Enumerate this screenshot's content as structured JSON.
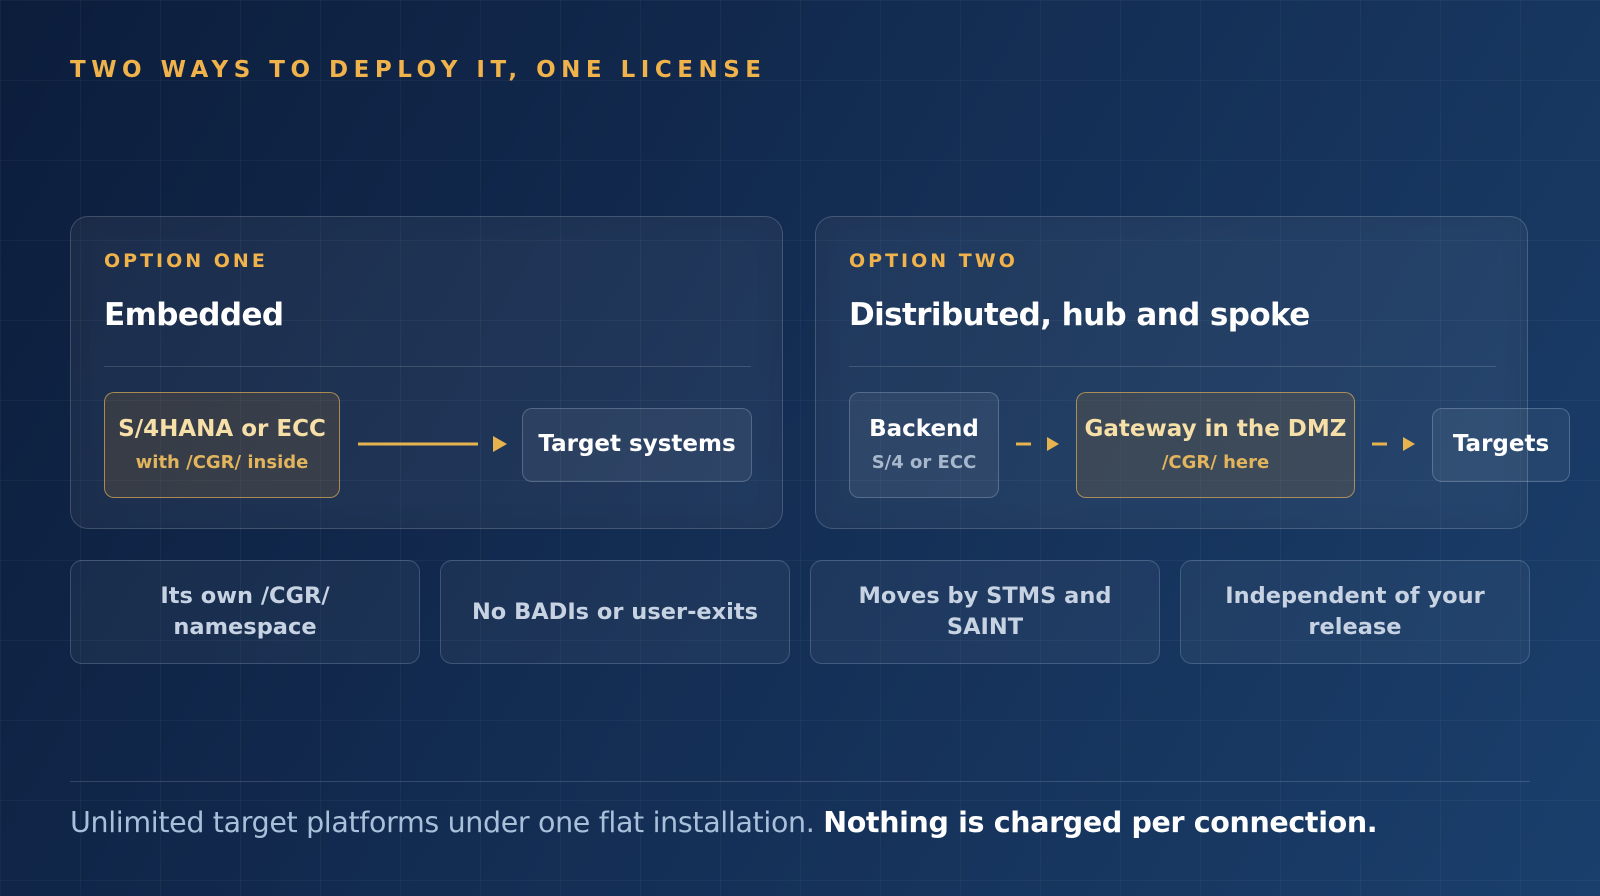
{
  "eyebrow": "TWO WAYS TO DEPLOY IT, ONE LICENSE",
  "colors": {
    "accent": "#f0b24a",
    "background": "#132c52"
  },
  "option_one": {
    "label": "OPTION ONE",
    "title": "Embedded",
    "source_node": {
      "main": "S/4HANA or ECC",
      "sub": "with /CGR/ inside"
    },
    "target_node": {
      "main": "Target systems"
    }
  },
  "option_two": {
    "label": "OPTION TWO",
    "title": "Distributed, hub and spoke",
    "backend_node": {
      "main": "Backend",
      "sub": "S/4 or ECC"
    },
    "gateway_node": {
      "main": "Gateway in the DMZ",
      "sub": "/CGR/ here"
    },
    "targets_node": {
      "main": "Targets"
    }
  },
  "features": [
    "Its own /CGR/ namespace",
    "No BADIs or user-exits",
    "Moves by STMS and SAINT",
    "Independent of your release"
  ],
  "tagline": {
    "regular": "Unlimited target platforms under one flat installation.",
    "strong": "Nothing is charged per connection."
  }
}
